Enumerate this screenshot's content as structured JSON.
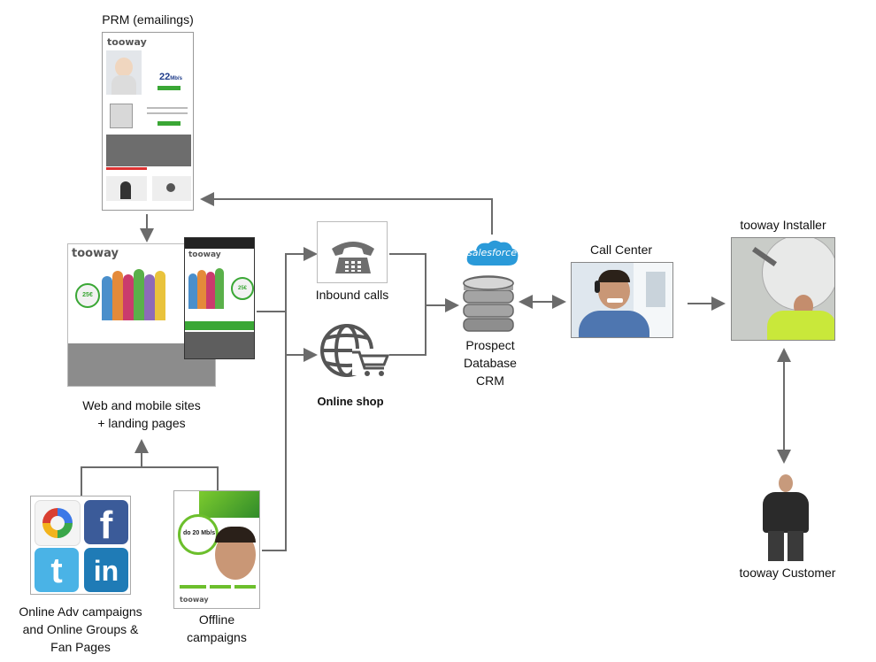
{
  "nodes": {
    "prm": "PRM (emailings)",
    "web_line1": "Web and mobile sites",
    "web_line2": "+ landing pages",
    "inbound": "Inbound calls",
    "shop": "Online shop",
    "salesforce": "salesforce",
    "crm_line1": "Prospect",
    "crm_line2": "Database",
    "crm_line3": "CRM",
    "callcenter": "Call Center",
    "installer": "tooway Installer",
    "customer": "tooway Customer",
    "adv_line1": "Online Adv campaigns",
    "adv_line2": "and Online Groups &",
    "adv_line3": "Fan Pages",
    "offline_line1": "Offline",
    "offline_line2": "campaigns"
  },
  "thumbnail_text": {
    "brand": "tooway",
    "speed": "22",
    "speed_unit": "Mb/s",
    "promo_price": "25€",
    "offline_speed": "do 20 Mb/s"
  },
  "icons": [
    "phone-icon",
    "globe-cart-icon",
    "database-icon",
    "google-icon",
    "facebook-icon",
    "twitter-icon",
    "linkedin-icon"
  ],
  "colors": {
    "arrow": "#6b6b6b",
    "salesforce": "#2a9ad9",
    "facebook": "#3b5b99",
    "twitter": "#4ab3e6",
    "linkedin": "#1f7bb6",
    "tooway_green": "#3aa735"
  }
}
